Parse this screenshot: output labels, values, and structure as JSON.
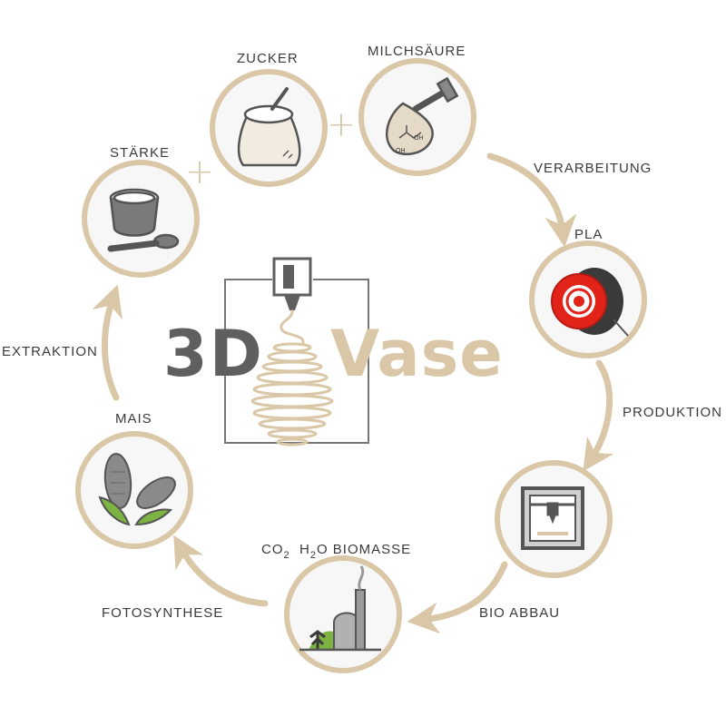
{
  "colors": {
    "beige": "#d9c7a7",
    "beige_dark": "#c4ad86",
    "gray": "#5f5f5f",
    "text": "#3b3b3b",
    "red": "#e2231a"
  },
  "center_logo": {
    "part1": "3D",
    "part2": "Vase"
  },
  "nodes": {
    "staerke": "STÄRKE",
    "zucker": "ZUCKER",
    "milchsaeure": "MILCHSÄURE",
    "pla": "PLA",
    "mais": "MAIS",
    "biomasse": {
      "co": "CO",
      "co_sub": "2",
      "h": "H",
      "h_sub": "2",
      "o_biomasse": "O BIOMASSE"
    }
  },
  "steps": {
    "verarbeitung": "VERARBEITUNG",
    "produktion": "PRODUKTION",
    "bio_abbau": "BIO ABBAU",
    "fotosynthese": "FOTOSYNTHESE",
    "extraktion": "EXTRAKTION"
  },
  "operators": {
    "plus": "+"
  },
  "icon_text": {
    "oh_top": "OH",
    "oh_bottom": "OH"
  },
  "icons": [
    "starch-bowl-spoon-icon",
    "sugar-sack-icon",
    "lactic-acid-pipette-icon",
    "filament-spool-icon",
    "3d-printer-icon",
    "biogas-plant-icon",
    "corn-cobs-icon"
  ]
}
